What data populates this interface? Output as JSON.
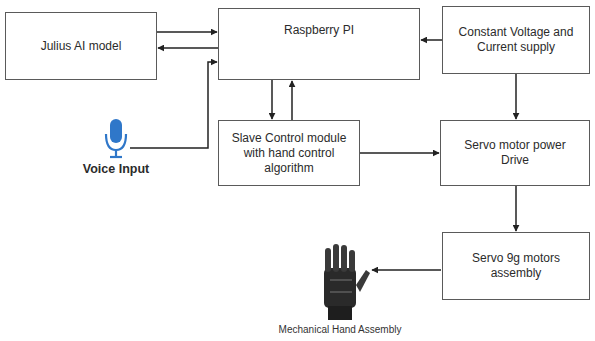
{
  "diagram": {
    "nodes": [
      {
        "text": [
          "Julius AI model"
        ]
      },
      {
        "text": [
          "Raspberry PI"
        ]
      },
      {
        "text": [
          "Constant Voltage and Current supply"
        ]
      },
      {
        "text": [
          "Slave Control module with hand control algorithm"
        ]
      },
      {
        "text": [
          "Servo motor power Drive"
        ]
      },
      {
        "text": [
          "Servo 9g motors assembly"
        ]
      }
    ],
    "edges": [
      {
        "from": 0,
        "to": 1,
        "arrow": "to"
      },
      {
        "from": 1,
        "to": 0,
        "arrow": "to"
      },
      {
        "from": 2,
        "to": 1,
        "arrow": "to"
      },
      {
        "from": 1,
        "to": 3,
        "arrow": "to"
      },
      {
        "from": 3,
        "to": 1,
        "arrow": "to"
      },
      {
        "from": 2,
        "to": 4,
        "arrow": "to"
      },
      {
        "from": 3,
        "to": 4,
        "arrow": "to"
      },
      {
        "from": 4,
        "to": 5,
        "arrow": "to"
      }
    ],
    "labels": [
      "Voice Input",
      "Mechanical Hand Assembly"
    ]
  }
}
